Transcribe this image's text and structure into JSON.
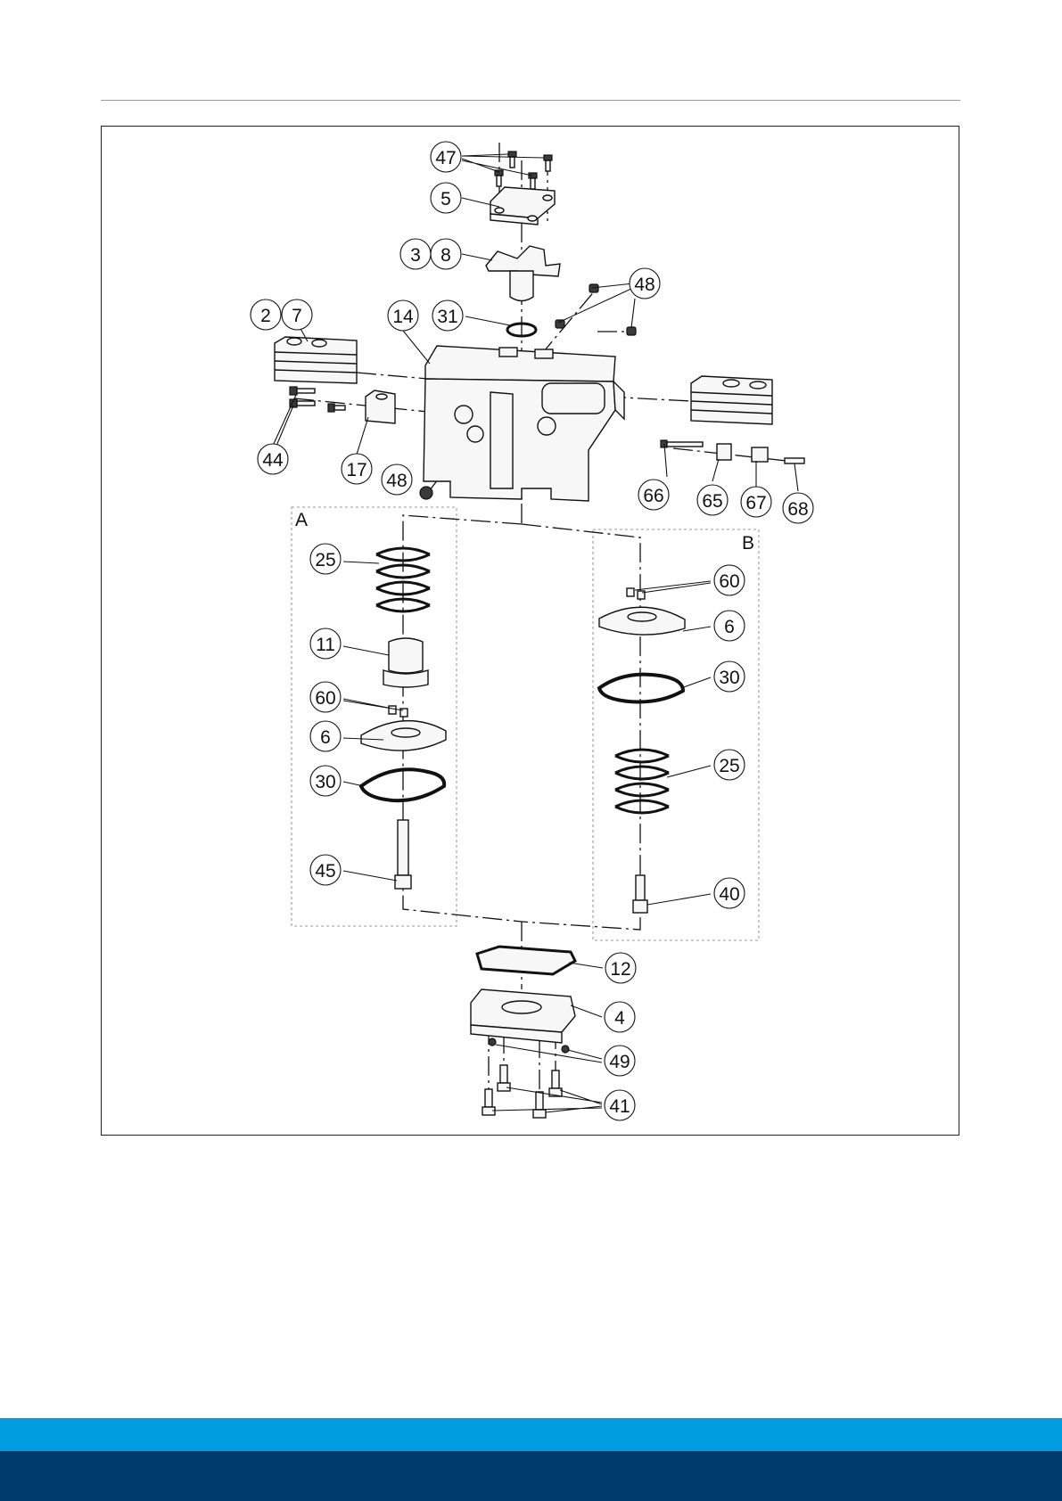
{
  "group_labels": {
    "a": "A",
    "b": "B"
  },
  "callouts": {
    "c47": "47",
    "c5": "5",
    "c3": "3",
    "c8": "8",
    "c48_top": "48",
    "c2": "2",
    "c7": "7",
    "c14": "14",
    "c31": "31",
    "c44": "44",
    "c17": "17",
    "c48_low": "48",
    "c66": "66",
    "c65": "65",
    "c67": "67",
    "c68": "68",
    "a25": "25",
    "a11": "11",
    "a60": "60",
    "a6": "6",
    "a30": "30",
    "a45": "45",
    "b60": "60",
    "b6": "6",
    "b30": "30",
    "b25": "25",
    "b40": "40",
    "c12": "12",
    "c4": "4",
    "c49": "49",
    "c41": "41"
  },
  "colors": {
    "band_light": "#009de0",
    "band_dark": "#003b6e"
  }
}
